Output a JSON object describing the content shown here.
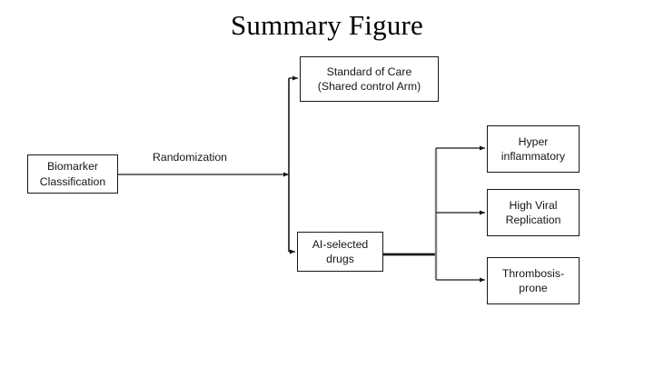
{
  "figure": {
    "title": "Summary Figure",
    "background_color": "#ffffff",
    "line_color": "#16181f",
    "text_color": "#161616"
  },
  "nodes": {
    "biomarker": {
      "label": "Biomarker\nClassification"
    },
    "standard_of_care": {
      "label": "Standard of Care\n(Shared control Arm)"
    },
    "ai_selected_drugs": {
      "label": "AI-selected\ndrugs"
    },
    "hyper_inflammatory": {
      "label": "Hyper\ninflammatory"
    },
    "high_viral_replication": {
      "label": "High Viral\nReplication"
    },
    "thrombosis_prone": {
      "label": "Thrombosis-\nprone"
    }
  },
  "edges": {
    "randomization_label": "Randomization"
  },
  "chart_data": {
    "type": "diagram",
    "title": "Summary Figure",
    "diagram_kind": "flowchart",
    "orientation": "left-to-right",
    "nodes": [
      {
        "id": "biomarker",
        "label": "Biomarker Classification",
        "column": 1
      },
      {
        "id": "standard_of_care",
        "label": "Standard of Care (Shared control Arm)",
        "column": 2
      },
      {
        "id": "ai_selected_drugs",
        "label": "AI-selected drugs",
        "column": 2
      },
      {
        "id": "hyper_inflammatory",
        "label": "Hyper inflammatory",
        "column": 3
      },
      {
        "id": "high_viral_replication",
        "label": "High Viral Replication",
        "column": 3
      },
      {
        "id": "thrombosis_prone",
        "label": "Thrombosis-prone",
        "column": 3
      }
    ],
    "edges": [
      {
        "from": "biomarker",
        "to": "standard_of_care",
        "label": "Randomization"
      },
      {
        "from": "biomarker",
        "to": "ai_selected_drugs",
        "label": "Randomization"
      },
      {
        "from": "ai_selected_drugs",
        "to": "hyper_inflammatory",
        "label": ""
      },
      {
        "from": "ai_selected_drugs",
        "to": "high_viral_replication",
        "label": ""
      },
      {
        "from": "ai_selected_drugs",
        "to": "thrombosis_prone",
        "label": ""
      }
    ]
  }
}
